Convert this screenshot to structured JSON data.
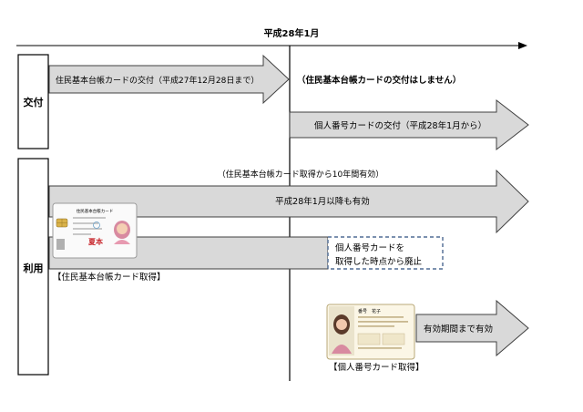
{
  "timeline": {
    "label": "平成28年1月"
  },
  "rows": {
    "issue_label": "交付",
    "use_label": "利用"
  },
  "issue": {
    "juki_arrow": "住民基本台帳カードの交付（平成27年12月28日まで）",
    "no_issue_note": "（住民基本台帳カードの交付はしません）",
    "mynumber_arrow": "個人番号カードの交付（平成28年1月から）"
  },
  "use": {
    "validity_note": "（住民基本台帳カード取得から10年間有効）",
    "long_arrow": "平成28年1月以降も有効",
    "abolish_line1": "個人番号カードを",
    "abolish_line2": "取得した時点から廃止",
    "juki_caption": "【住民基本台帳カード取得】",
    "mynumber_arrow": "有効期間まで有効",
    "mynumber_caption": "【個人番号カード取得】"
  },
  "juki_card": {
    "header": "住民基本台帳カード",
    "name": "夏本",
    "colors": {
      "chip": "#d9b24a",
      "seal": "#c8262c",
      "hair": "#d88aa0",
      "face": "#f4cfb3"
    }
  },
  "mynumber_card": {
    "name": "番号　花子",
    "colors": {
      "frame": "#d9c9a0",
      "hair": "#5a3a2a",
      "face": "#f2c8ad"
    }
  },
  "colors": {
    "arrow_fill": "#d9d9d9",
    "arrow_stroke": "#404040",
    "dashed_box": "#2f4f7f"
  }
}
